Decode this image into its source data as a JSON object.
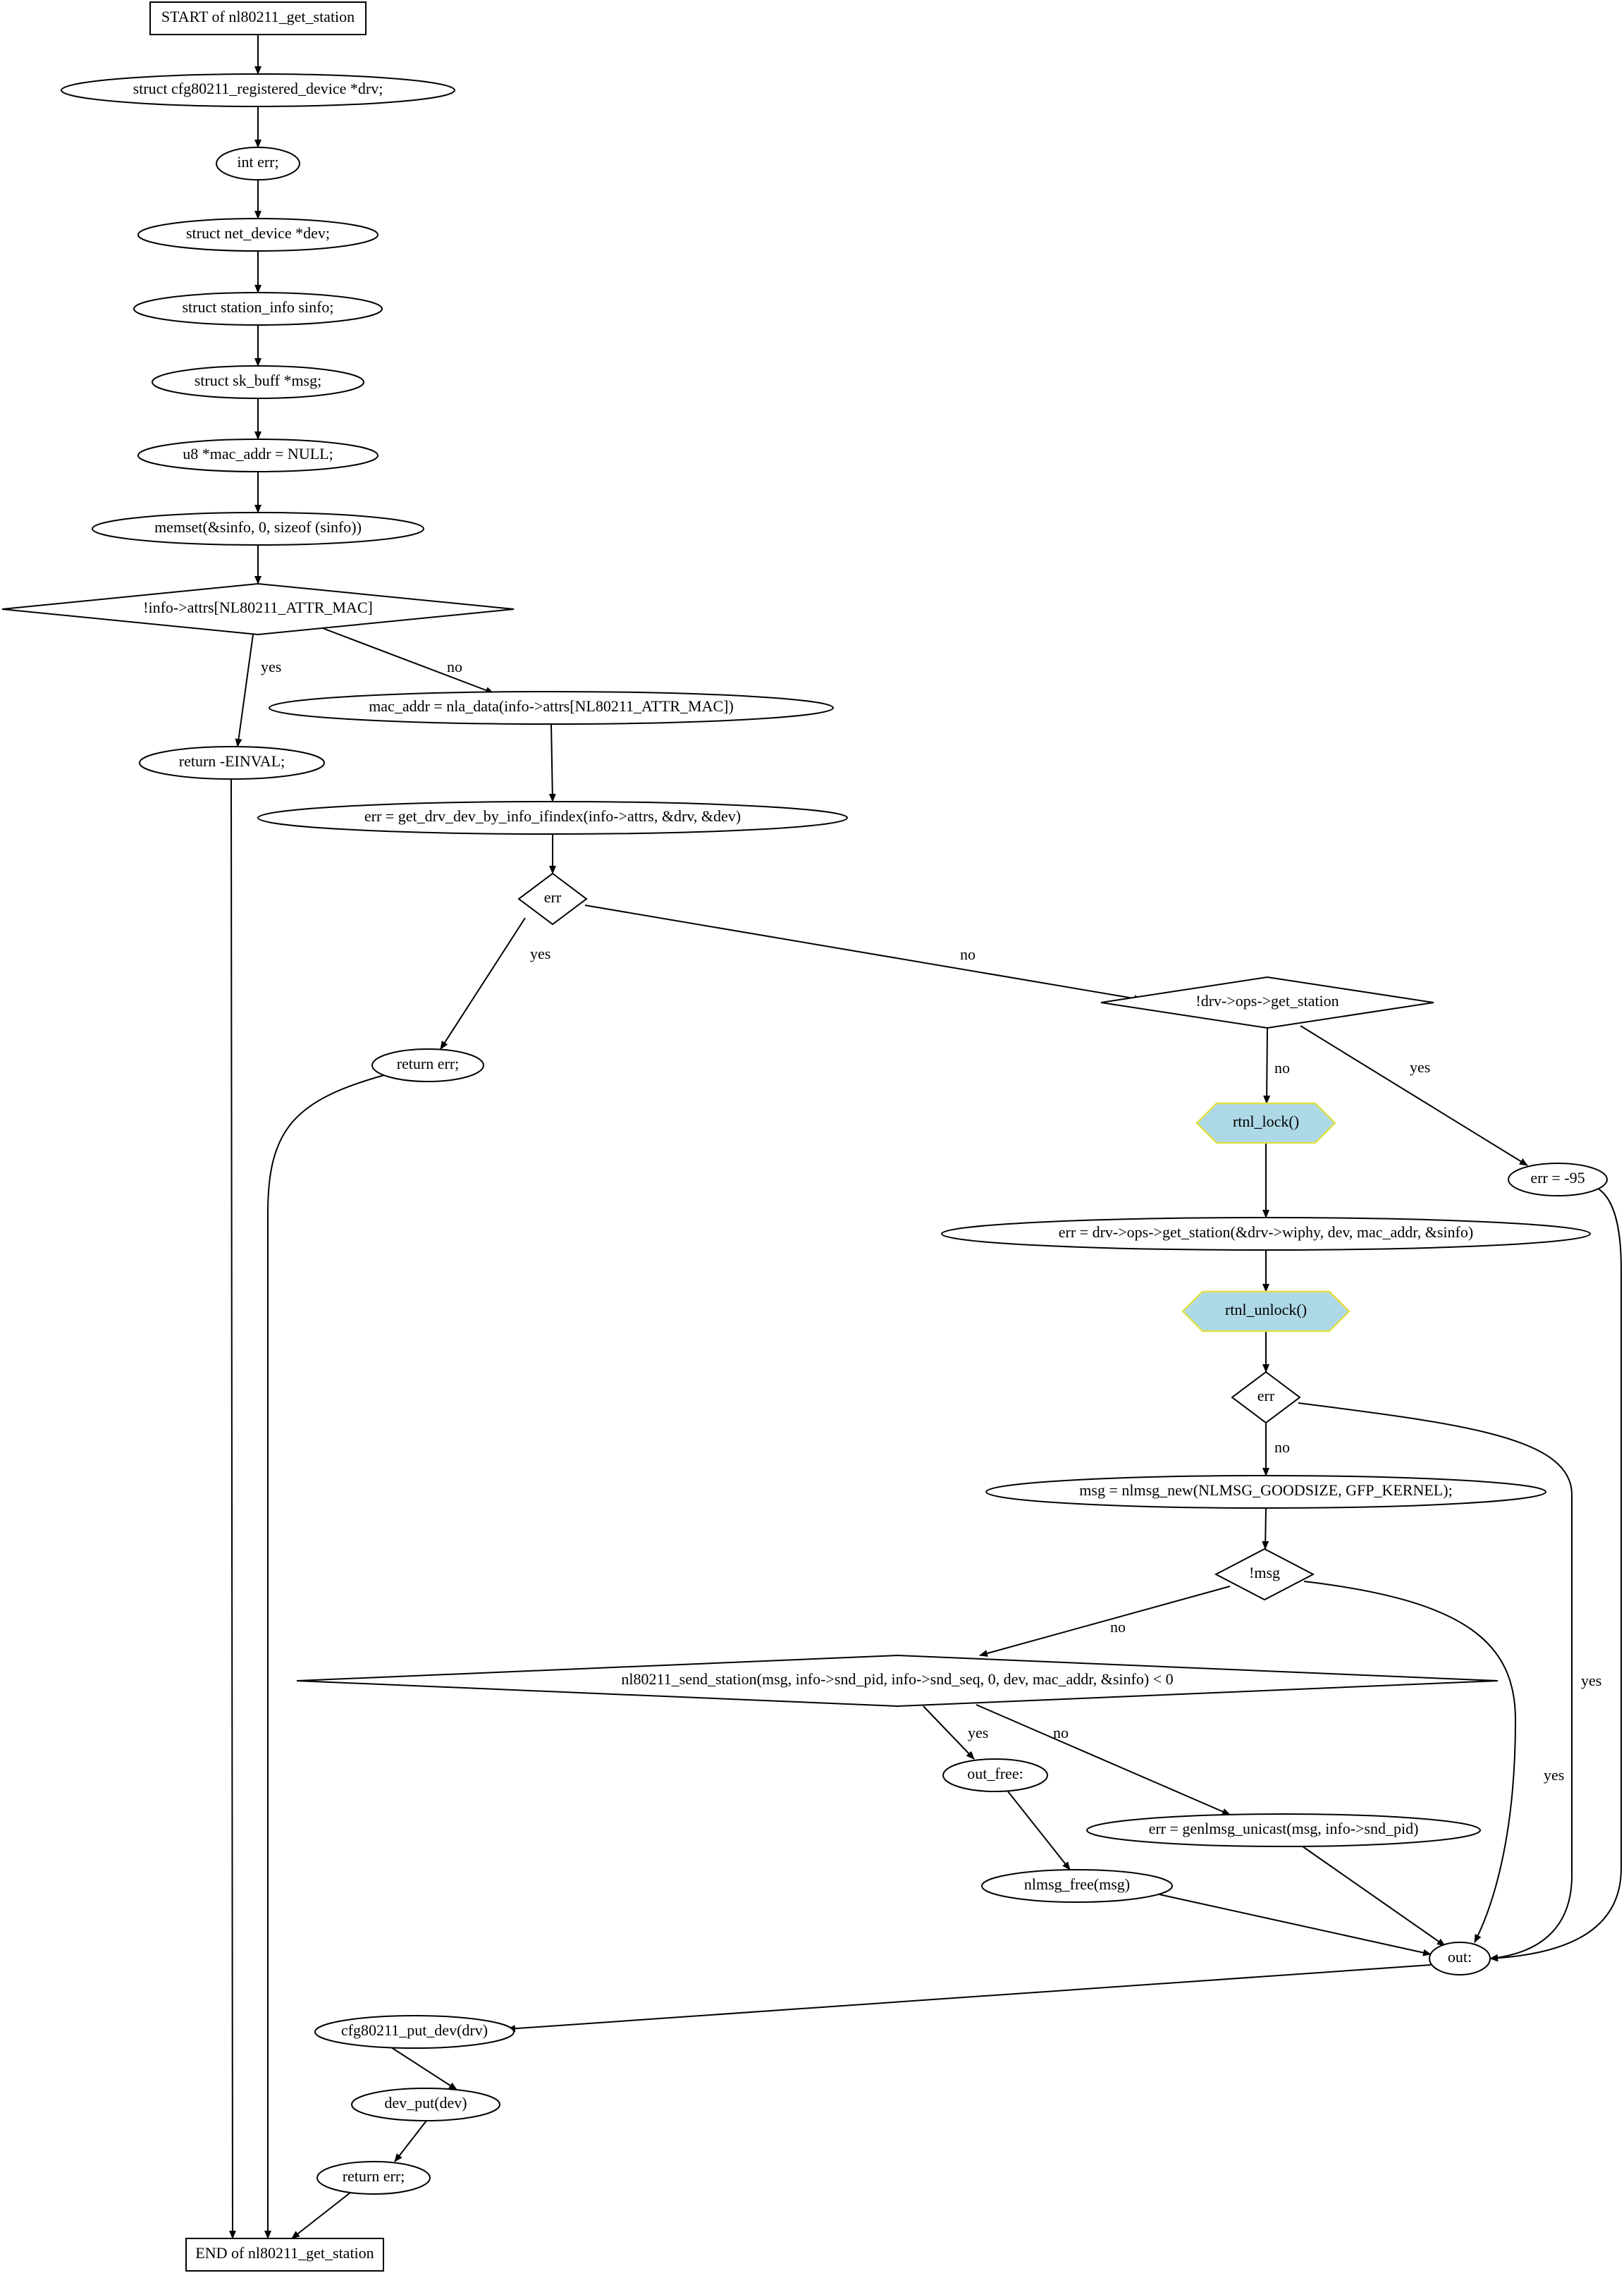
{
  "nodes": [
    {
      "id": "start",
      "shape": "box",
      "label": "START of nl80211_get_station"
    },
    {
      "id": "n_drv",
      "shape": "ellipse",
      "label": "struct cfg80211_registered_device *drv;"
    },
    {
      "id": "n_err",
      "shape": "ellipse",
      "label": "int err;"
    },
    {
      "id": "n_dev",
      "shape": "ellipse",
      "label": "struct net_device *dev;"
    },
    {
      "id": "n_sinfo",
      "shape": "ellipse",
      "label": "struct station_info sinfo;"
    },
    {
      "id": "n_msg",
      "shape": "ellipse",
      "label": "struct sk_buff *msg;"
    },
    {
      "id": "n_mac",
      "shape": "ellipse",
      "label": "u8 *mac_addr = NULL;"
    },
    {
      "id": "n_memset",
      "shape": "ellipse",
      "label": "memset(&sinfo, 0, sizeof (sinfo))"
    },
    {
      "id": "d_attr",
      "shape": "diamond",
      "label": "!info->attrs[NL80211_ATTR_MAC]"
    },
    {
      "id": "r_einval",
      "shape": "ellipse",
      "label": "return -EINVAL;"
    },
    {
      "id": "n_macaddr",
      "shape": "ellipse",
      "label": "mac_addr = nla_data(info->attrs[NL80211_ATTR_MAC])"
    },
    {
      "id": "n_getdrv",
      "shape": "ellipse",
      "label": "err = get_drv_dev_by_info_ifindex(info->attrs, &drv, &dev)"
    },
    {
      "id": "d_err1",
      "shape": "diamond",
      "label": "err"
    },
    {
      "id": "r_err1",
      "shape": "ellipse",
      "label": "return err;"
    },
    {
      "id": "d_ops",
      "shape": "diamond",
      "label": "!drv->ops->get_station"
    },
    {
      "id": "h_lock",
      "shape": "hexagon",
      "label": "rtnl_lock()"
    },
    {
      "id": "n_m95",
      "shape": "ellipse",
      "label": "err = -95"
    },
    {
      "id": "n_getst",
      "shape": "ellipse",
      "label": "err = drv->ops->get_station(&drv->wiphy, dev, mac_addr, &sinfo)"
    },
    {
      "id": "h_unlock",
      "shape": "hexagon",
      "label": "rtnl_unlock()"
    },
    {
      "id": "d_err2",
      "shape": "diamond",
      "label": "err"
    },
    {
      "id": "n_nlnew",
      "shape": "ellipse",
      "label": "msg = nlmsg_new(NLMSG_GOODSIZE, GFP_KERNEL);"
    },
    {
      "id": "d_msg",
      "shape": "diamond",
      "label": "!msg"
    },
    {
      "id": "d_send",
      "shape": "diamond",
      "label": "nl80211_send_station(msg, info->snd_pid, info->snd_seq, 0, dev, mac_addr, &sinfo) < 0"
    },
    {
      "id": "n_outfree",
      "shape": "ellipse",
      "label": "out_free:"
    },
    {
      "id": "n_unicast",
      "shape": "ellipse",
      "label": "err = genlmsg_unicast(msg, info->snd_pid)"
    },
    {
      "id": "n_nlfree",
      "shape": "ellipse",
      "label": "nlmsg_free(msg)"
    },
    {
      "id": "n_out",
      "shape": "ellipse",
      "label": "out:"
    },
    {
      "id": "n_putdev",
      "shape": "ellipse",
      "label": "cfg80211_put_dev(drv)"
    },
    {
      "id": "n_devput",
      "shape": "ellipse",
      "label": "dev_put(dev)"
    },
    {
      "id": "r_err2",
      "shape": "ellipse",
      "label": "return err;"
    },
    {
      "id": "end",
      "shape": "box",
      "label": "END of nl80211_get_station"
    }
  ],
  "edges": [
    {
      "from": "start",
      "to": "n_drv",
      "label": ""
    },
    {
      "from": "n_drv",
      "to": "n_err",
      "label": ""
    },
    {
      "from": "n_err",
      "to": "n_dev",
      "label": ""
    },
    {
      "from": "n_dev",
      "to": "n_sinfo",
      "label": ""
    },
    {
      "from": "n_sinfo",
      "to": "n_msg",
      "label": ""
    },
    {
      "from": "n_msg",
      "to": "n_mac",
      "label": ""
    },
    {
      "from": "n_mac",
      "to": "n_memset",
      "label": ""
    },
    {
      "from": "n_memset",
      "to": "d_attr",
      "label": ""
    },
    {
      "from": "d_attr",
      "to": "r_einval",
      "label": "yes"
    },
    {
      "from": "d_attr",
      "to": "n_macaddr",
      "label": "no"
    },
    {
      "from": "r_einval",
      "to": "end",
      "label": ""
    },
    {
      "from": "n_macaddr",
      "to": "n_getdrv",
      "label": ""
    },
    {
      "from": "n_getdrv",
      "to": "d_err1",
      "label": ""
    },
    {
      "from": "d_err1",
      "to": "r_err1",
      "label": "yes"
    },
    {
      "from": "d_err1",
      "to": "d_ops",
      "label": "no"
    },
    {
      "from": "r_err1",
      "to": "end",
      "label": ""
    },
    {
      "from": "d_ops",
      "to": "h_lock",
      "label": "no"
    },
    {
      "from": "d_ops",
      "to": "n_m95",
      "label": "yes"
    },
    {
      "from": "n_m95",
      "to": "n_out",
      "label": ""
    },
    {
      "from": "h_lock",
      "to": "n_getst",
      "label": ""
    },
    {
      "from": "n_getst",
      "to": "h_unlock",
      "label": ""
    },
    {
      "from": "h_unlock",
      "to": "d_err2",
      "label": ""
    },
    {
      "from": "d_err2",
      "to": "n_nlnew",
      "label": "no"
    },
    {
      "from": "d_err2",
      "to": "n_out",
      "label": "yes"
    },
    {
      "from": "n_nlnew",
      "to": "d_msg",
      "label": ""
    },
    {
      "from": "d_msg",
      "to": "d_send",
      "label": "no"
    },
    {
      "from": "d_msg",
      "to": "n_out",
      "label": "yes"
    },
    {
      "from": "d_send",
      "to": "n_outfree",
      "label": "yes"
    },
    {
      "from": "d_send",
      "to": "n_unicast",
      "label": "no"
    },
    {
      "from": "n_outfree",
      "to": "n_nlfree",
      "label": ""
    },
    {
      "from": "n_nlfree",
      "to": "n_out",
      "label": ""
    },
    {
      "from": "n_unicast",
      "to": "n_out",
      "label": ""
    },
    {
      "from": "n_out",
      "to": "n_putdev",
      "label": ""
    },
    {
      "from": "n_putdev",
      "to": "n_devput",
      "label": ""
    },
    {
      "from": "n_devput",
      "to": "r_err2",
      "label": ""
    },
    {
      "from": "r_err2",
      "to": "end",
      "label": ""
    }
  ]
}
